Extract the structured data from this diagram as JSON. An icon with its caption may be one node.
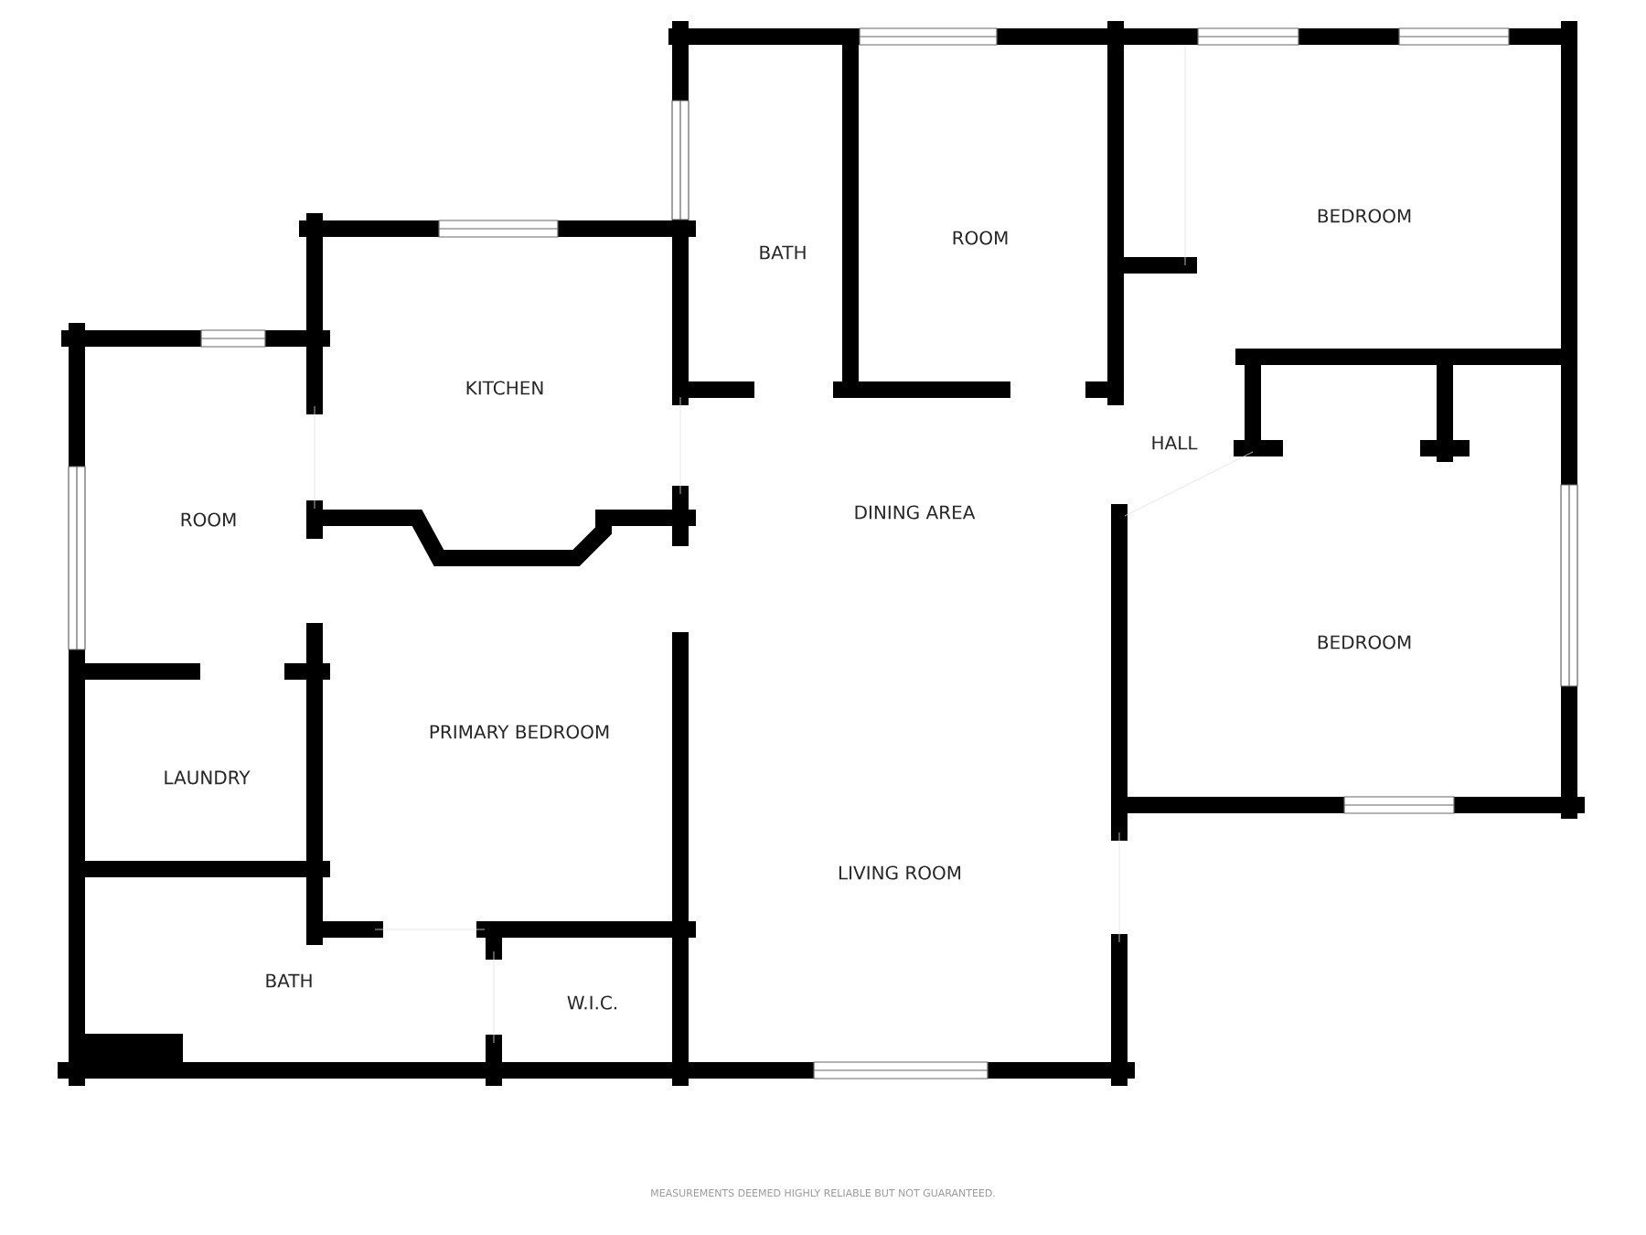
{
  "diagram": {
    "labels": [
      "BATH",
      "ROOM",
      "BEDROOM",
      "KITCHEN",
      "HALL",
      "ROOM",
      "DINING AREA",
      "BEDROOM",
      "PRIMARY BEDROOM",
      "LAUNDRY",
      "LIVING ROOM",
      "BATH",
      "W.I.C.",
      "MEASUREMENTS DEEMED HIGHLY RELIABLE BUT NOT GUARANTEED."
    ]
  }
}
